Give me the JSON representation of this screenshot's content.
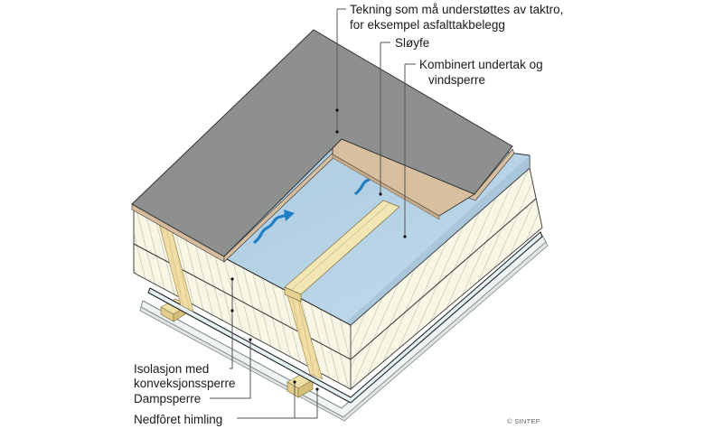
{
  "diagram": {
    "type": "cross-section-illustration",
    "subject": "Roof construction layers",
    "colors": {
      "roof_covering": "#8e9090",
      "roof_board": "#d6bd9e",
      "wind_barrier": "#b7d3e6",
      "batten": "#efe0a8",
      "insulation": "#f8f7e6",
      "insulation_hatch": "#b8b6a6",
      "vapour_barrier": "#e3f1f3",
      "ceiling": "#f2f6f6",
      "airflow_arrow": "#1f7fc4",
      "leader_line": "#555555"
    }
  },
  "labels": {
    "roof_covering_line1": "Tekning som må understøttes av taktro,",
    "roof_covering_line2": "for eksempel asfalttakbelegg",
    "batten": "Sløyfe",
    "wind_barrier_line1": "Kombinert undertak og",
    "wind_barrier_line2": "vindsperre",
    "insulation_line1": "Isolasjon med",
    "insulation_line2": "konveksjonssperre",
    "vapour_barrier": "Dampsperre",
    "ceiling": "Nedfôret himling"
  },
  "copyright": "© SINTEF"
}
